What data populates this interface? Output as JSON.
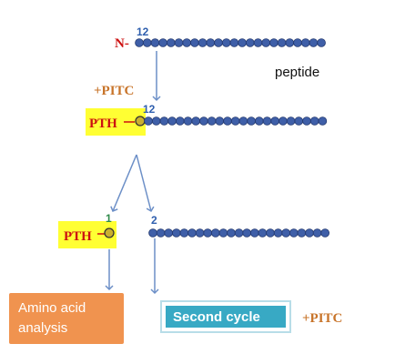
{
  "labels": {
    "n_terminus": "N-",
    "pos_1": "1",
    "pos_2": "2",
    "pos_12": "12",
    "peptide": "peptide",
    "pitc_1": "+PITC",
    "pitc_2": "+PITC",
    "pth_1": "PTH",
    "pth_2": "PTH",
    "amino_acid_analysis_line1": "Amino acid",
    "amino_acid_analysis_line2": "analysis",
    "second_cycle": "Second cycle"
  },
  "colors": {
    "bead": "#3f5fa8",
    "bead_stroke": "#23386e",
    "pth_highlight": "#ffff33",
    "red_text": "#cc1111",
    "orange_text": "#c8742a",
    "blue_label": "#2f5fae",
    "arrow": "#6c8fc7",
    "amino_box": "#f0934f",
    "second_box": "#38a9c4"
  },
  "icons": {
    "arrow": "down-arrow-icon",
    "ring": "phenyl-ring-icon"
  }
}
